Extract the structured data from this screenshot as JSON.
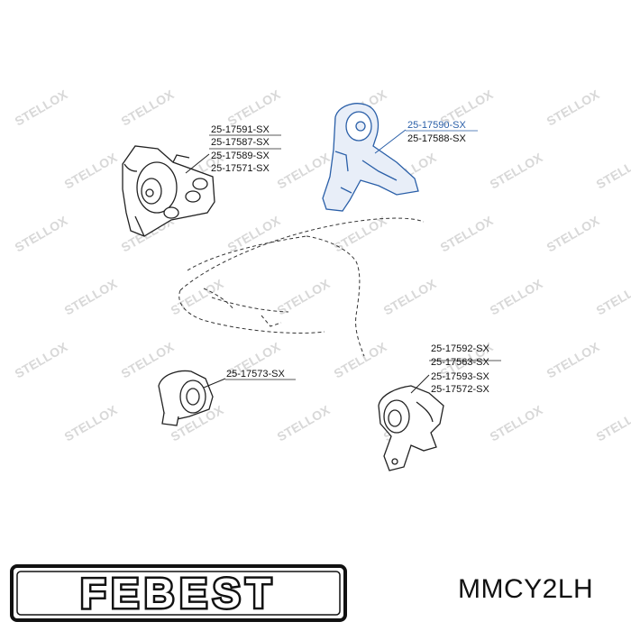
{
  "watermark": {
    "text": "STELLOX"
  },
  "parts": [
    {
      "id": "top-left-mount",
      "labels": [
        "25-17591-SX",
        "25-17587-SX",
        "25-17589-SX",
        "25-17571-SX"
      ],
      "highlight": false
    },
    {
      "id": "top-right-mount",
      "labels": [
        "25-17590-SX",
        "25-17588-SX"
      ],
      "highlight": true
    },
    {
      "id": "bottom-left-mount",
      "labels": [
        "25-17573-SX"
      ],
      "highlight": false
    },
    {
      "id": "bottom-right-mount",
      "labels": [
        "25-17592-SX",
        "25-17563-SX",
        "25-17593-SX",
        "25-17572-SX"
      ],
      "highlight": false
    }
  ],
  "brand": {
    "logo_text": "FEBEST",
    "part_number": "MMCY2LH"
  },
  "colors": {
    "highlight": "#2a5fa8",
    "line": "#222222",
    "watermark": "#d6d6d6"
  }
}
